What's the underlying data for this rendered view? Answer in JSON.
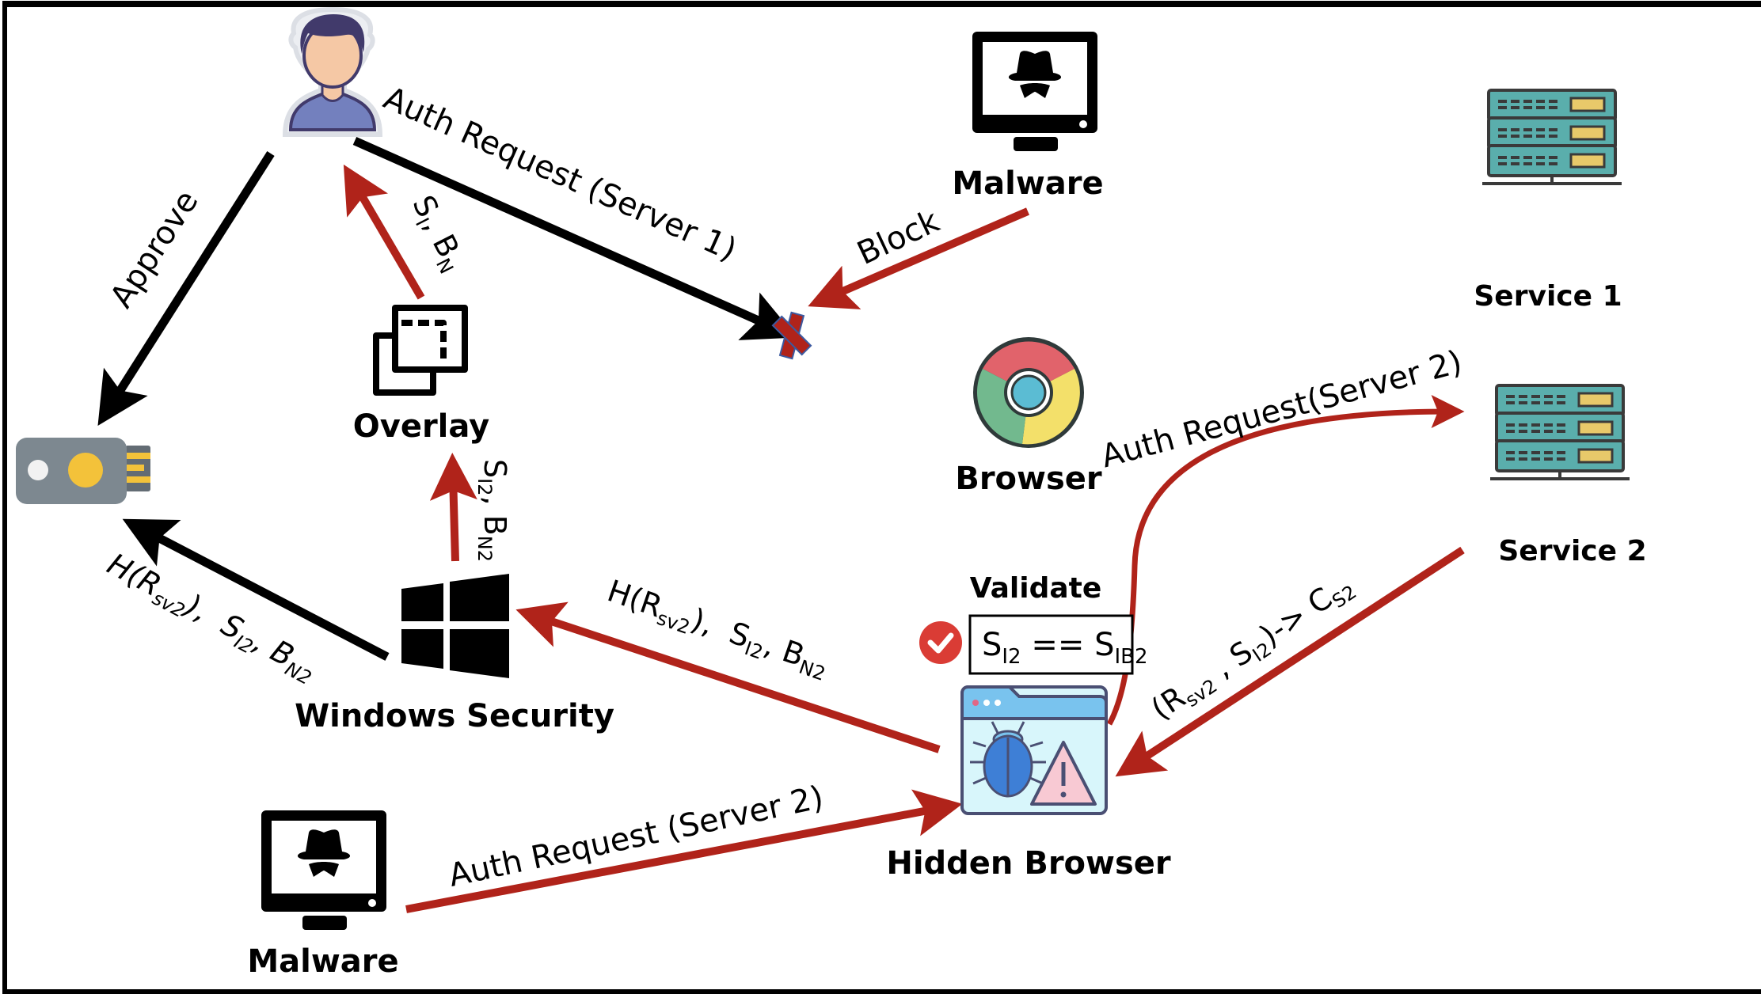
{
  "colors": {
    "black_arrow": "#000000",
    "red_arrow": "#b0231a",
    "server_teal": "#5aaeac",
    "server_outline": "#3a3a3a",
    "server_led": "#e8c96a",
    "key_body": "#7d8890",
    "key_gold": "#f3c23a",
    "person_hair": "#413a6b",
    "person_skin": "#f5c8a5",
    "person_shirt": "#7380be",
    "check_red": "#da3c35",
    "x_red": "#b0231a",
    "x_outline": "#3c5aa0"
  },
  "nodes": {
    "user": {
      "icon": "user-icon"
    },
    "security_key": {
      "icon": "security-key-icon"
    },
    "overlay": {
      "label": "Overlay",
      "icon": "overlay-icon"
    },
    "windows_security": {
      "label": "Windows Security",
      "icon": "windows-logo-icon"
    },
    "malware_top": {
      "label": "Malware",
      "icon": "malware-monitor-icon"
    },
    "browser": {
      "label": "Browser",
      "icon": "chrome-browser-icon"
    },
    "hidden_browser": {
      "label": "Hidden Browser",
      "icon": "bug-browser-icon"
    },
    "service1": {
      "label": "Service 1",
      "icon": "server-icon"
    },
    "service2": {
      "label": "Service 2",
      "icon": "server-icon"
    },
    "malware_bottom": {
      "label": "Malware",
      "icon": "malware-monitor-icon"
    },
    "blocked": {
      "icon": "x-mark-icon"
    }
  },
  "validate": {
    "title": "Validate",
    "lhs": "S",
    "lhs_sub": "I2",
    "op": " == ",
    "rhs": "S",
    "rhs_sub": "IB2",
    "icon": "check-circle-icon"
  },
  "edges": {
    "auth_server1": {
      "text": "Auth Request (Server 1)",
      "color": "black",
      "from": "user",
      "to": "blocked"
    },
    "approve": {
      "text": "Approve",
      "color": "black",
      "from": "user",
      "to": "security_key"
    },
    "si_bn": {
      "s": "S",
      "s_sub": "I",
      "sep": ", ",
      "b": "B",
      "b_sub": "N",
      "color": "red",
      "from": "overlay",
      "to": "user"
    },
    "block": {
      "text": "Block",
      "color": "red",
      "from": "malware_top",
      "to": "blocked"
    },
    "si2_bn2": {
      "s": "S",
      "s_sub": "I2",
      "sep": ", ",
      "b": "B",
      "b_sub": "N2",
      "color": "red",
      "from": "windows_security",
      "to": "overlay"
    },
    "win_to_key": {
      "h": "H(R",
      "h_sub": "sv2",
      "h_end": "),  ",
      "s": "S",
      "s_sub": "I2",
      "sep": ", ",
      "b": "B",
      "b_sub": "N2",
      "color": "black",
      "from": "windows_security",
      "to": "security_key"
    },
    "hidden_to_win": {
      "h": "H(R",
      "h_sub": "sv2",
      "h_end": "),  ",
      "s": "S",
      "s_sub": "I2",
      "sep": ", ",
      "b": "B",
      "b_sub": "N2",
      "color": "red",
      "from": "hidden_browser",
      "to": "windows_security"
    },
    "auth_server2_curve": {
      "text": "Auth Request(Server 2)",
      "color": "red",
      "from": "hidden_browser",
      "to": "service2"
    },
    "service2_to_hidden": {
      "p1": "(R",
      "p1_sub": "sv2",
      "p2": " , S",
      "p2_sub": "I2",
      "p3": ")-> C",
      "p3_sub": "S2",
      "color": "red",
      "from": "service2",
      "to": "hidden_browser"
    },
    "malware_auth_server2": {
      "text": "Auth Request (Server 2)",
      "color": "red",
      "from": "malware_bottom",
      "to": "hidden_browser"
    }
  }
}
